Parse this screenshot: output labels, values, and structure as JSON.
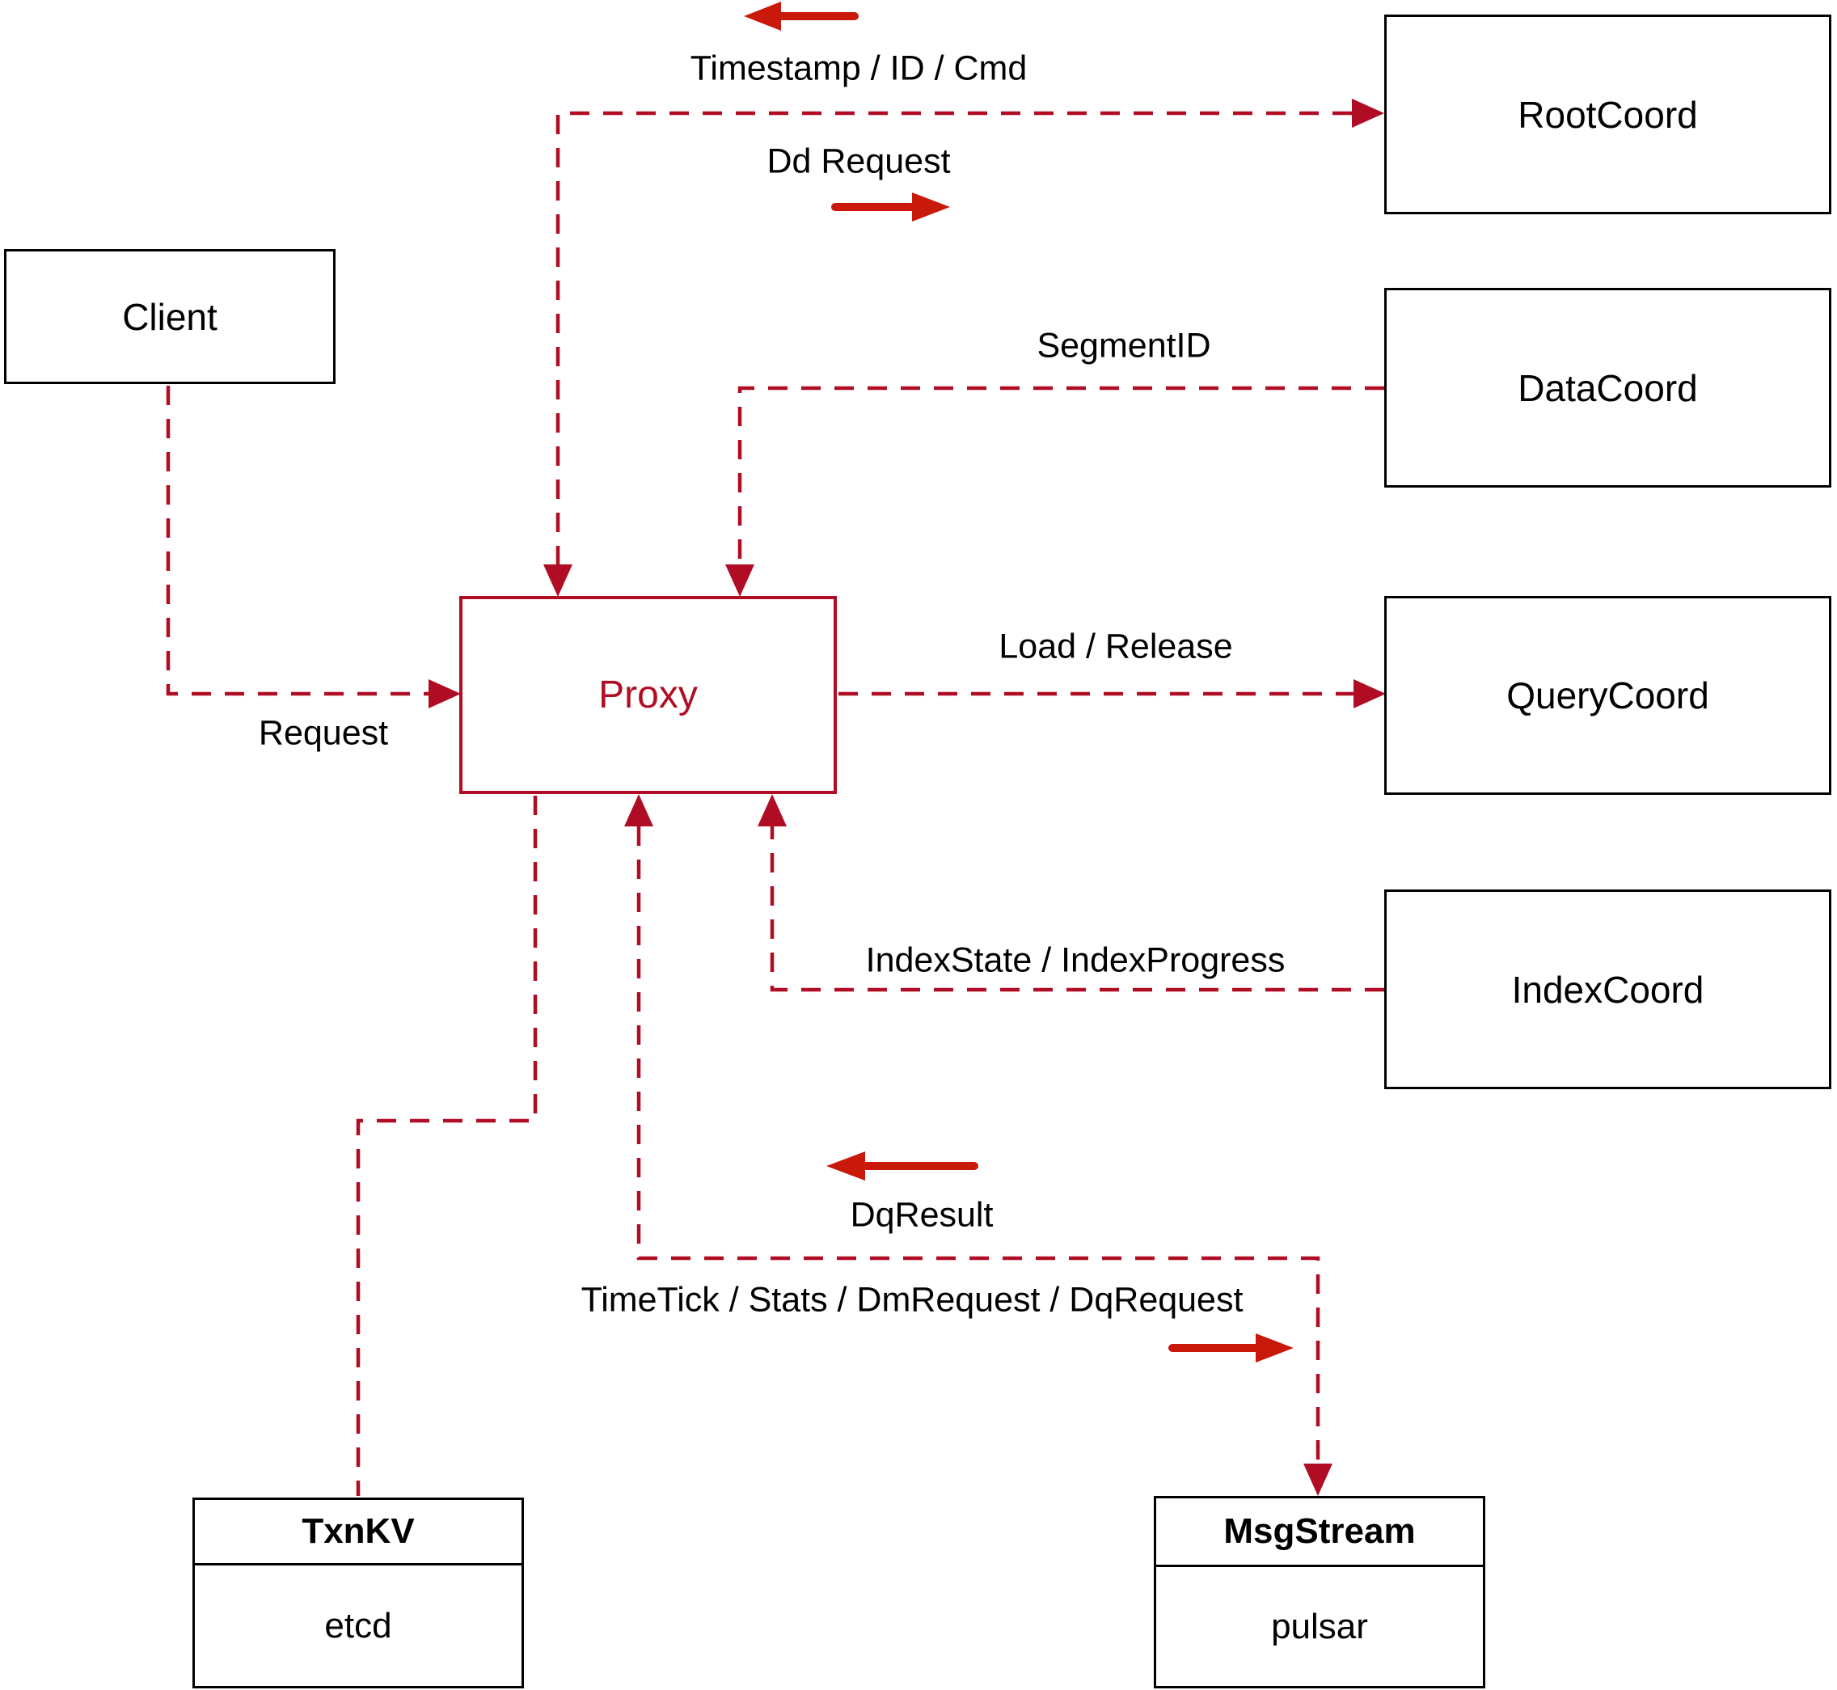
{
  "diagram": {
    "colors": {
      "line_red": "#b00d24",
      "arrow_red": "#c9190b",
      "box_border": "#000000"
    },
    "nodes": {
      "client": {
        "label": "Client"
      },
      "proxy": {
        "label": "Proxy"
      },
      "root_coord": {
        "label": "RootCoord"
      },
      "data_coord": {
        "label": "DataCoord"
      },
      "query_coord": {
        "label": "QueryCoord"
      },
      "index_coord": {
        "label": "IndexCoord"
      },
      "txn_kv": {
        "title": "TxnKV",
        "subtitle": "etcd"
      },
      "msg_stream": {
        "title": "MsgStream",
        "subtitle": "pulsar"
      }
    },
    "edge_labels": {
      "timestamp_id_cmd": "Timestamp / ID / Cmd",
      "dd_request": "Dd Request",
      "segment_id": "SegmentID",
      "load_release": "Load / Release",
      "index_state": "IndexState / IndexProgress",
      "request": "Request",
      "dq_result": "DqResult",
      "timetick": "TimeTick / Stats / DmRequest / DqRequest"
    }
  }
}
